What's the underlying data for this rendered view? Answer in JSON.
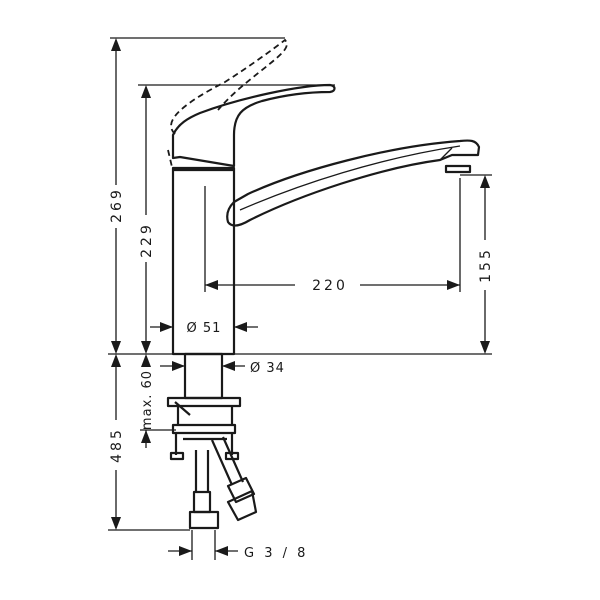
{
  "drawing": {
    "subject": "",
    "dimensions": {
      "total_height": "269",
      "lever_height": "229",
      "spout_height": "155",
      "spout_reach": "220",
      "body_diameter": "Ø 51",
      "shank_diameter": "Ø 34",
      "max_deck_thickness": "max. 60",
      "hose_length": "485",
      "connection_thread": "G 3 / 8"
    },
    "line_color": "#1a1a1a",
    "background": "#ffffff"
  }
}
